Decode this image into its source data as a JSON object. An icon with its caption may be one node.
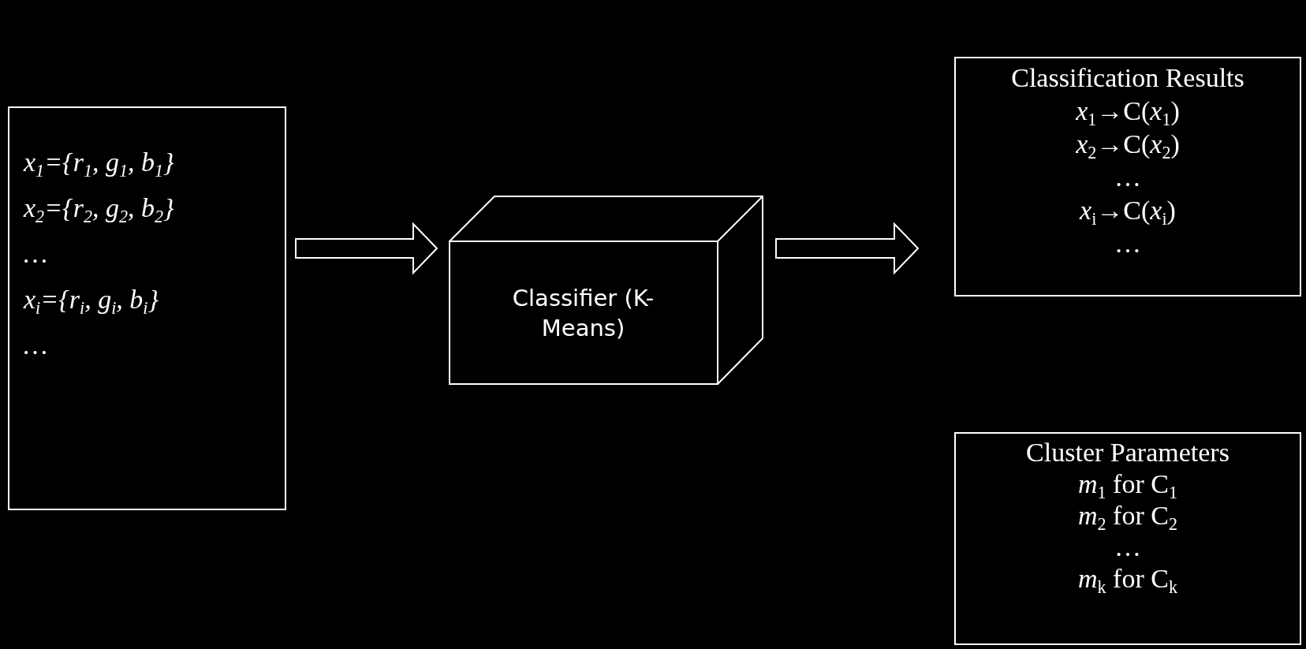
{
  "diagram": {
    "nodes": [
      {
        "text": [
          "x$_{1}$={r$_{1}$, g$_{1}$, b$_{1}$}",
          "x$_{2}$={r$_{2}$, g$_{2}$, b$_{2}$}",
          "…",
          "x$_{i}$={r$_{i}$, g$_{i}$, b$_{i}$}",
          "…"
        ]
      },
      {
        "text": [
          "Classifier (K-Means)"
        ]
      },
      {
        "text": [
          "Classification Results",
          "*x*$_{1}$→C(*x*$_{1}$)",
          "*x*$_{2}$→C(*x*$_{2}$)",
          "…",
          "*x*$_{i}$→C(*x*$_{i}$)",
          "…"
        ]
      },
      {
        "text": [
          "Cluster Parameters",
          "*m*$_{1}$ for C$_{1}$",
          "*m*$_{2}$ for C$_{2}$",
          "…",
          "*m*$_{k}$ for C$_{k}$"
        ]
      }
    ],
    "edges": [
      {
        "from": 0,
        "to": 1,
        "arrow": "to"
      },
      {
        "from": 1,
        "to": 2,
        "arrow": "to"
      }
    ]
  }
}
